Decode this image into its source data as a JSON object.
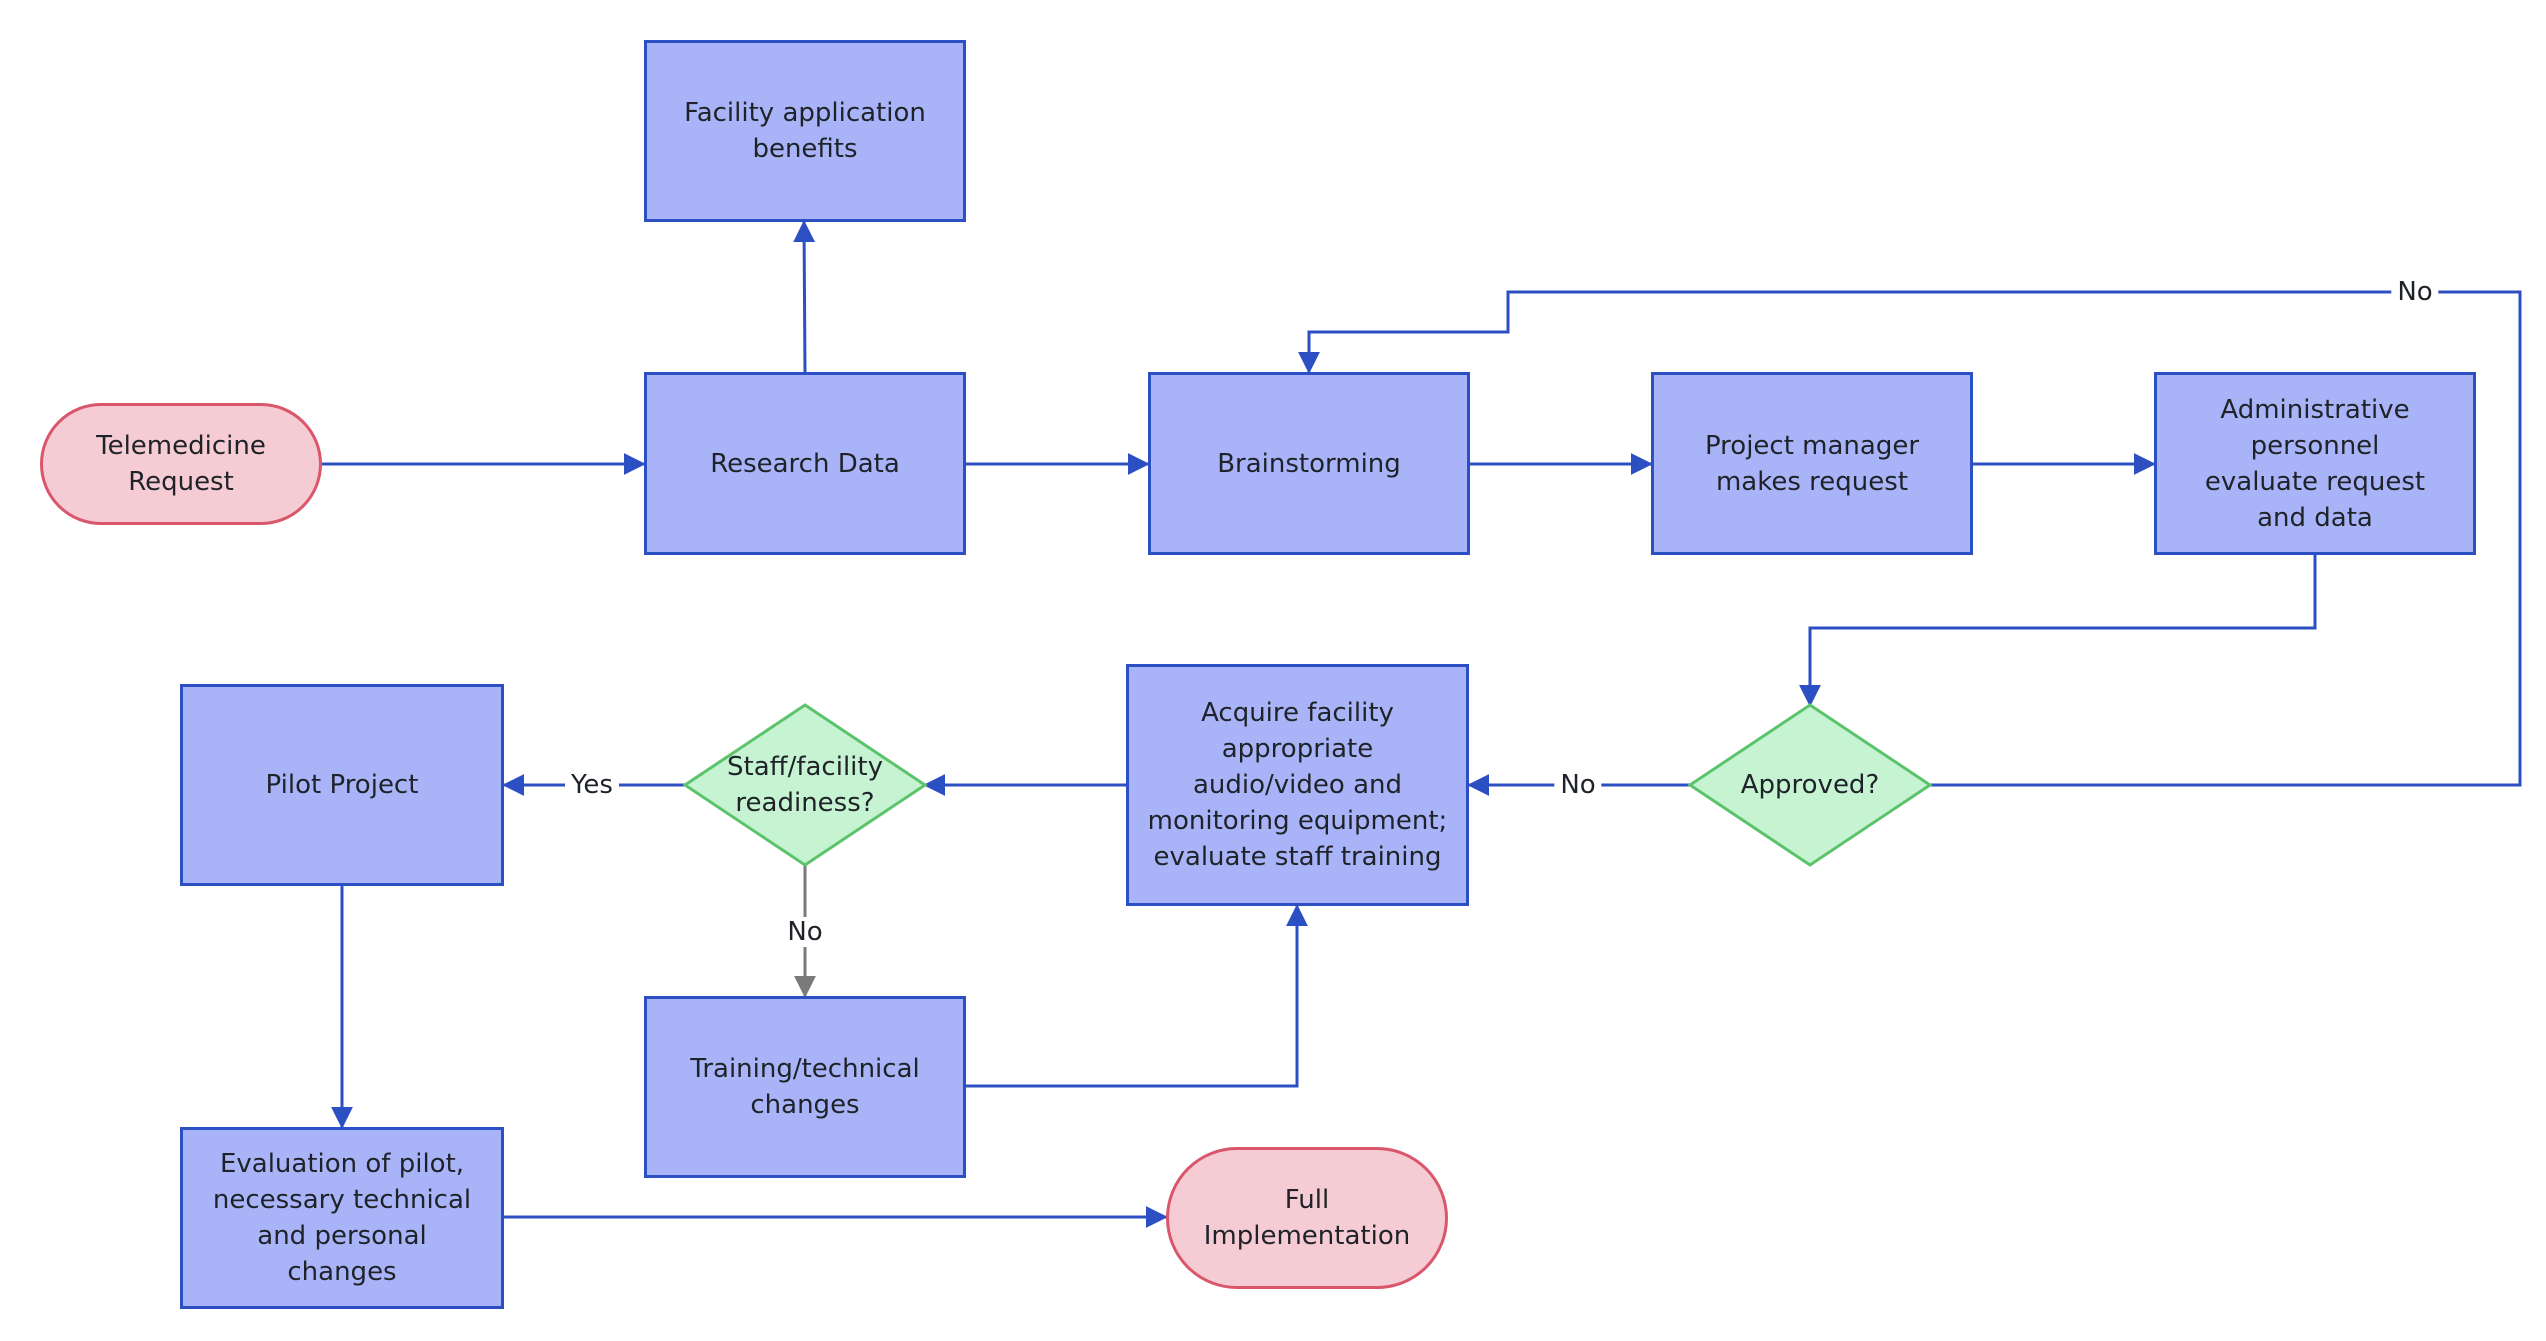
{
  "nodes": {
    "telemedicine_request": "Telemedicine Request",
    "research_data": "Research Data",
    "facility_benefits": "Facility application benefits",
    "brainstorming": "Brainstorming",
    "project_manager": "Project manager makes request",
    "admin_personnel": "Administrative personnel evaluate request and data",
    "approved": "Approved?",
    "acquire_facility": "Acquire facility appropriate audio/video and monitoring equipment; evaluate staff training",
    "staff_readiness": "Staff/facility readiness?",
    "pilot_project": "Pilot Project",
    "training_changes": "Training/technical changes",
    "evaluation": "Evaluation of pilot, necessary technical and personal changes",
    "full_implementation": "Full Implementation"
  },
  "edge_labels": {
    "approved_no_loop": "No",
    "approved_no": "No",
    "readiness_yes": "Yes",
    "readiness_no": "No"
  },
  "colors": {
    "process_fill": "#a9b4f8",
    "process_stroke": "#2d4fc4",
    "terminal_fill": "#f6ccd4",
    "terminal_stroke": "#d9566b",
    "decision_fill": "#c6f3d2",
    "decision_stroke": "#5cc36a",
    "connector": "#2d4fc4",
    "connector_gray": "#7a7a7a"
  }
}
